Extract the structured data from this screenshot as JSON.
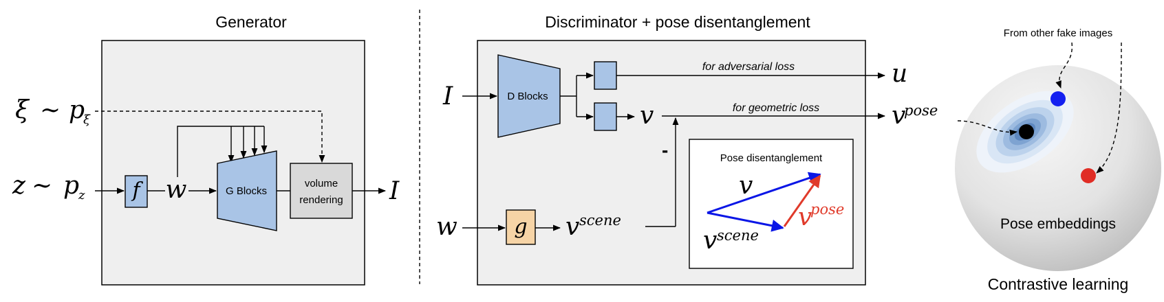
{
  "generator": {
    "title": "Generator",
    "xi": "ξ",
    "sim1": "∼",
    "p1": "p",
    "p1_sub": "ξ",
    "z": "z",
    "sim2": "∼",
    "p2": "p",
    "p2_sub": "z",
    "f": "f",
    "w": "w",
    "gblocks": "G Blocks",
    "vr_line1": "volume",
    "vr_line2": "rendering",
    "out": "I"
  },
  "discriminator": {
    "title": "Discriminator + pose disentanglement",
    "in_I": "I",
    "dblocks": "D Blocks",
    "adv_label": "for adversarial loss",
    "u": "u",
    "v": "v",
    "geo_label": "for geometric loss",
    "vpose_base": "v",
    "vpose_sup": "pose",
    "minus": "-",
    "w": "w",
    "g": "g",
    "vscene_base": "v",
    "vscene_sup": "scene",
    "inset": {
      "title": "Pose disentanglement",
      "v": "v",
      "vscene_base": "v",
      "vscene_sup": "scene",
      "vpose_base": "v",
      "vpose_sup": "pose"
    }
  },
  "contrastive": {
    "annotation": "From other fake images",
    "sphere_label": "Pose embeddings",
    "title": "Contrastive learning"
  },
  "colors": {
    "block_blue": "#a9c4e6",
    "block_orange": "#f6d4a6",
    "panel_gray": "#efefef",
    "render_gray": "#d9d9d9",
    "arrow_blue": "#0a16e6",
    "arrow_red": "#e03a2a",
    "dot_blue": "#1420f0",
    "dot_red": "#e02d25"
  }
}
